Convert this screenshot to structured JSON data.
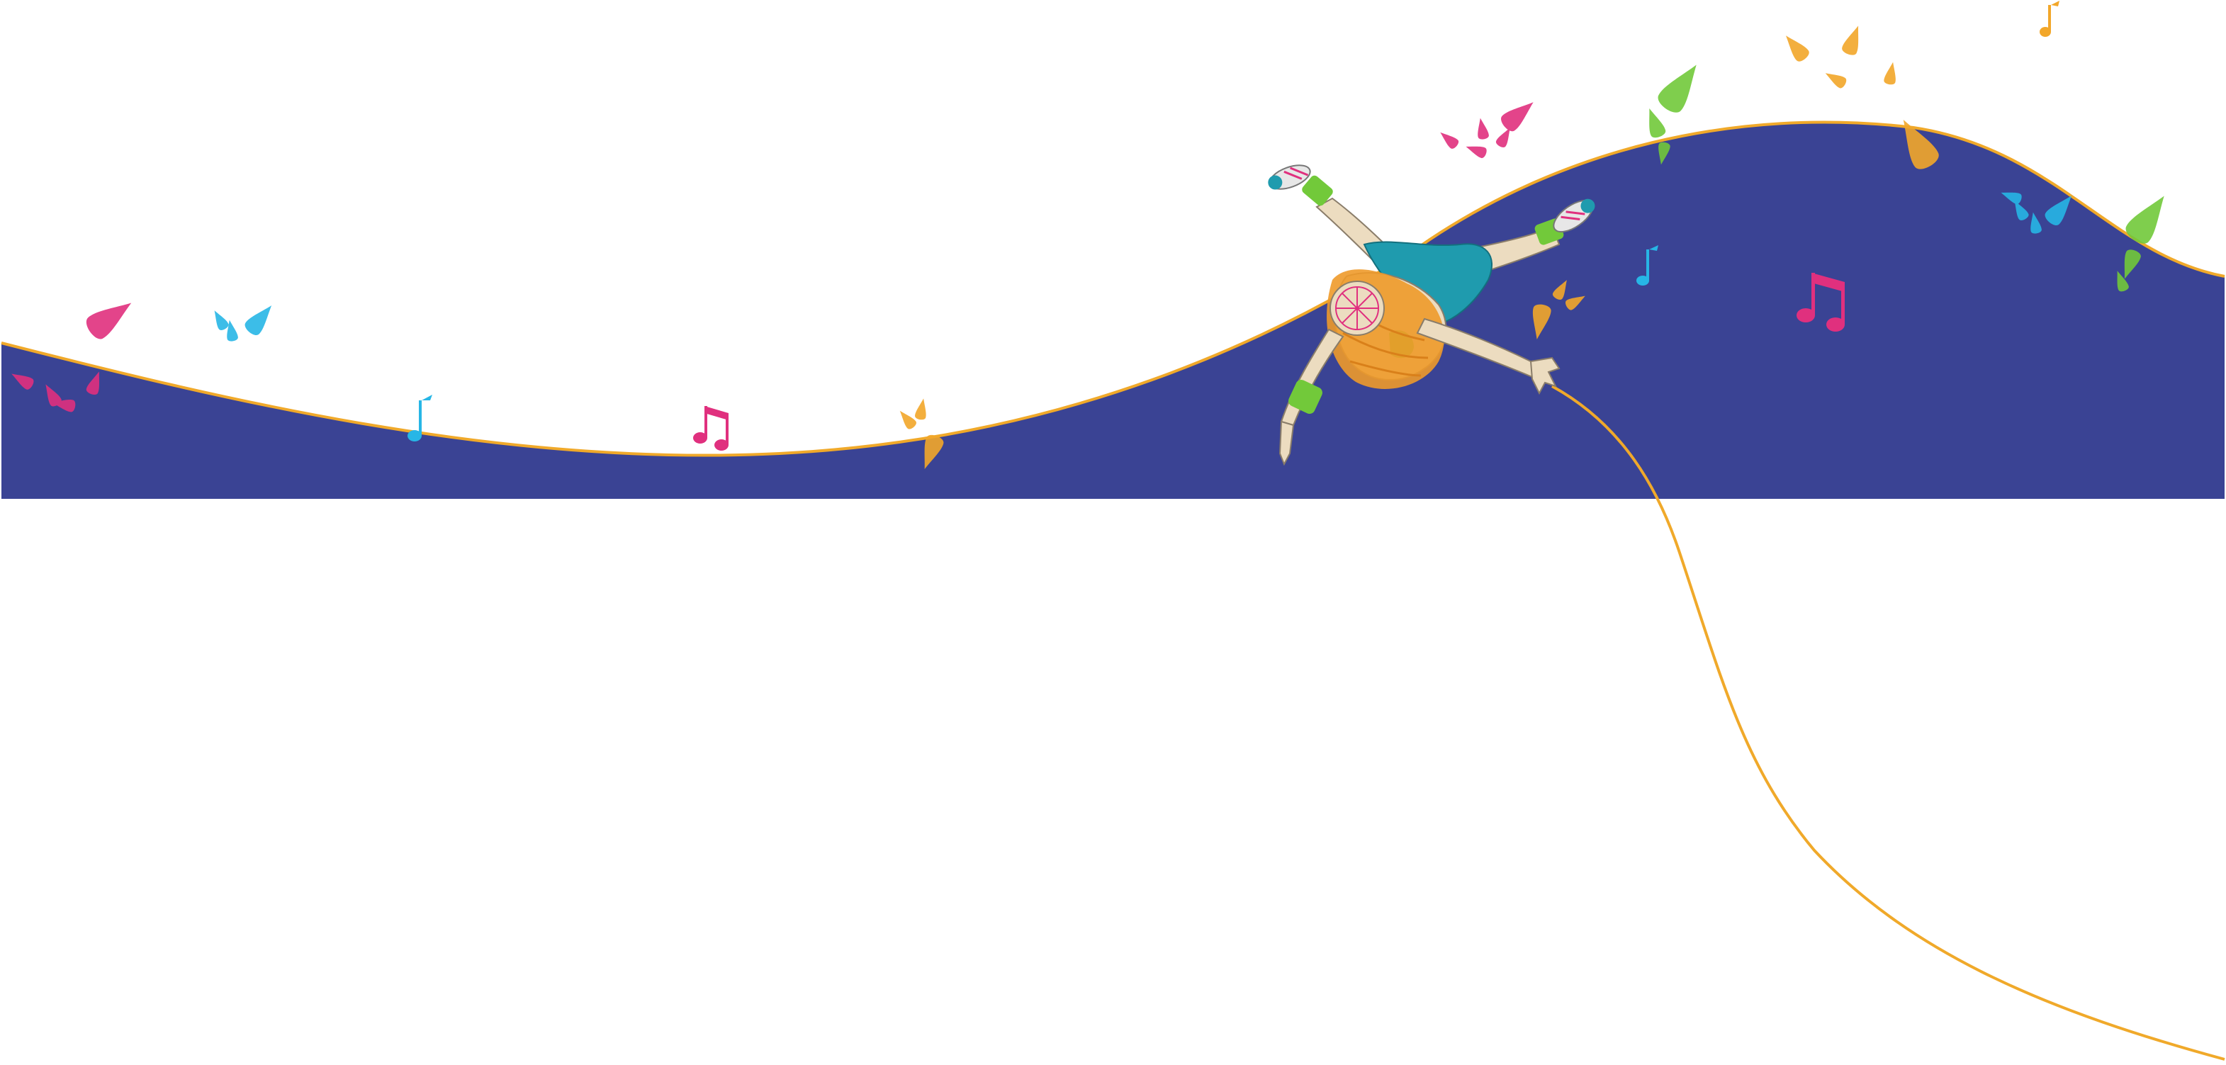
{
  "colors": {
    "background": "#ffffff",
    "wave_fill": "#3a4394",
    "outline": "#f0a92a",
    "pink": "#e0307e",
    "cyan": "#27b6e6",
    "green": "#72c93a",
    "orange": "#f2a72a",
    "skin": "#ecdcc0",
    "hair": "#ee9a2a",
    "teal": "#1f9bae",
    "limb_outline": "#8a7d6a"
  },
  "elements": {
    "wave": "blue-wave-band",
    "string": "orange-string",
    "figure": "falling-person-figure",
    "notes": [
      "music-note",
      "eighth-note-pair"
    ],
    "splashes": [
      "pink-splash",
      "cyan-splash",
      "green-splash",
      "orange-splash"
    ]
  }
}
